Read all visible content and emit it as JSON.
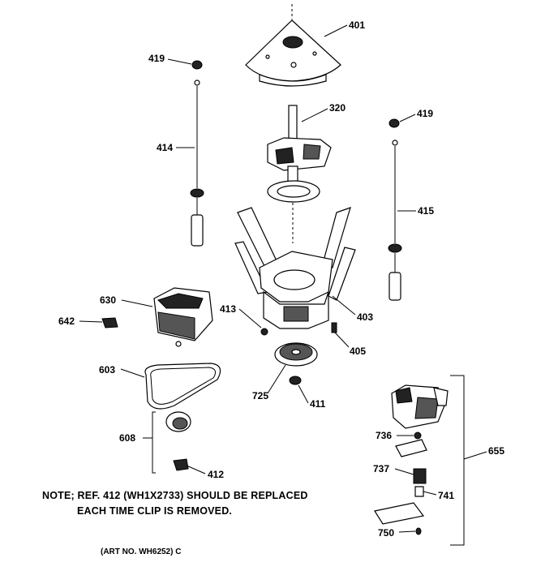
{
  "parts": {
    "p401": "401",
    "p419a": "419",
    "p419b": "419",
    "p320": "320",
    "p414": "414",
    "p415": "415",
    "p630": "630",
    "p642": "642",
    "p413": "413",
    "p403": "403",
    "p405": "405",
    "p603": "603",
    "p725": "725",
    "p411": "411",
    "p608": "608",
    "p412": "412",
    "p655": "655",
    "p736": "736",
    "p737": "737",
    "p741": "741",
    "p750": "750"
  },
  "note": {
    "line1": "NOTE; REF. 412 (WH1X2733) SHOULD BE REPLACED",
    "line2": "EACH TIME CLIP IS REMOVED."
  },
  "art_number": "(ART NO. WH6252) C"
}
